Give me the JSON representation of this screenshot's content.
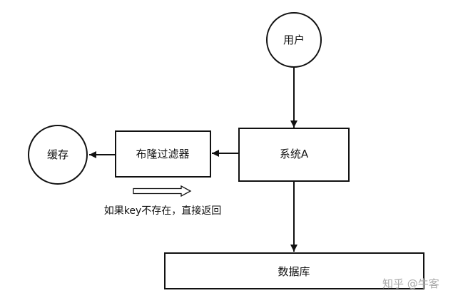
{
  "nodes": {
    "user": {
      "label": "用户",
      "shape": "circle"
    },
    "cache": {
      "label": "缓存",
      "shape": "circle"
    },
    "bloom_filter": {
      "label": "布隆过滤器",
      "shape": "rectangle"
    },
    "system_a": {
      "label": "系统A",
      "shape": "rectangle"
    },
    "database": {
      "label": "数据库",
      "shape": "rectangle"
    }
  },
  "edges": [
    {
      "from": "user",
      "to": "system_a"
    },
    {
      "from": "system_a",
      "to": "bloom_filter"
    },
    {
      "from": "bloom_filter",
      "to": "cache"
    },
    {
      "from": "system_a",
      "to": "database"
    }
  ],
  "annotation": {
    "text": "如果key不存在，直接返回",
    "arrow_direction": "right"
  },
  "watermark": "知乎 @牛客",
  "colors": {
    "stroke": "#111111",
    "background": "#ffffff",
    "watermark": "#a9a9a9"
  }
}
